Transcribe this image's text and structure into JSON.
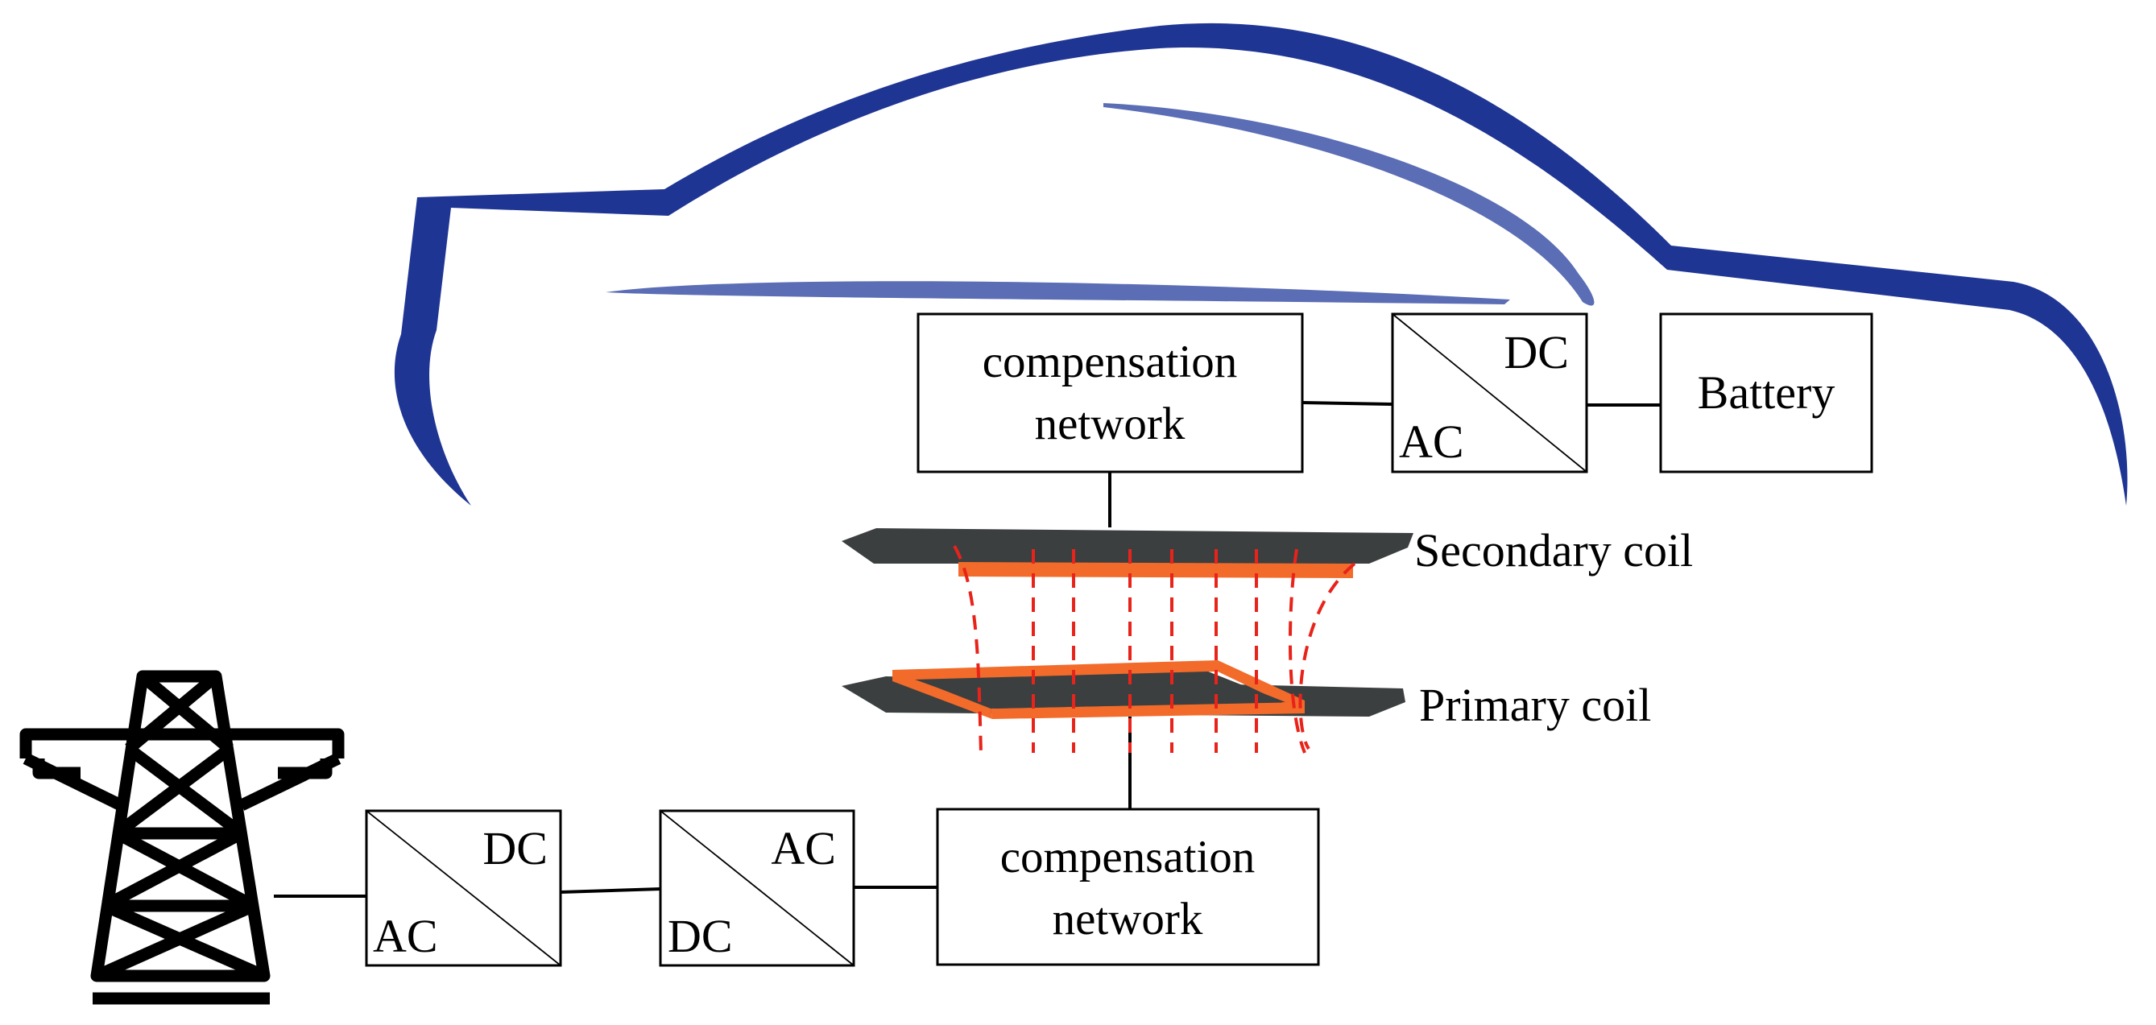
{
  "vehicle": {
    "secondary_compensation": {
      "line1": "compensation",
      "line2": "network"
    },
    "rectifier": {
      "top": "DC",
      "bottom": "AC"
    },
    "battery": "Battery"
  },
  "coils": {
    "secondary_label": "Secondary coil",
    "primary_label": "Primary coil"
  },
  "grid_side": {
    "rectifier": {
      "top": "DC",
      "bottom": "AC"
    },
    "inverter": {
      "top": "AC",
      "bottom": "DC"
    },
    "primary_compensation": {
      "line1": "compensation",
      "line2": "network"
    }
  },
  "colors": {
    "car_outline": "#1f3593",
    "car_window": "#5b6db5",
    "coil_winding": "#f26b2a",
    "coil_plate": "#3b3f40",
    "field_lines": "#e8231a"
  }
}
